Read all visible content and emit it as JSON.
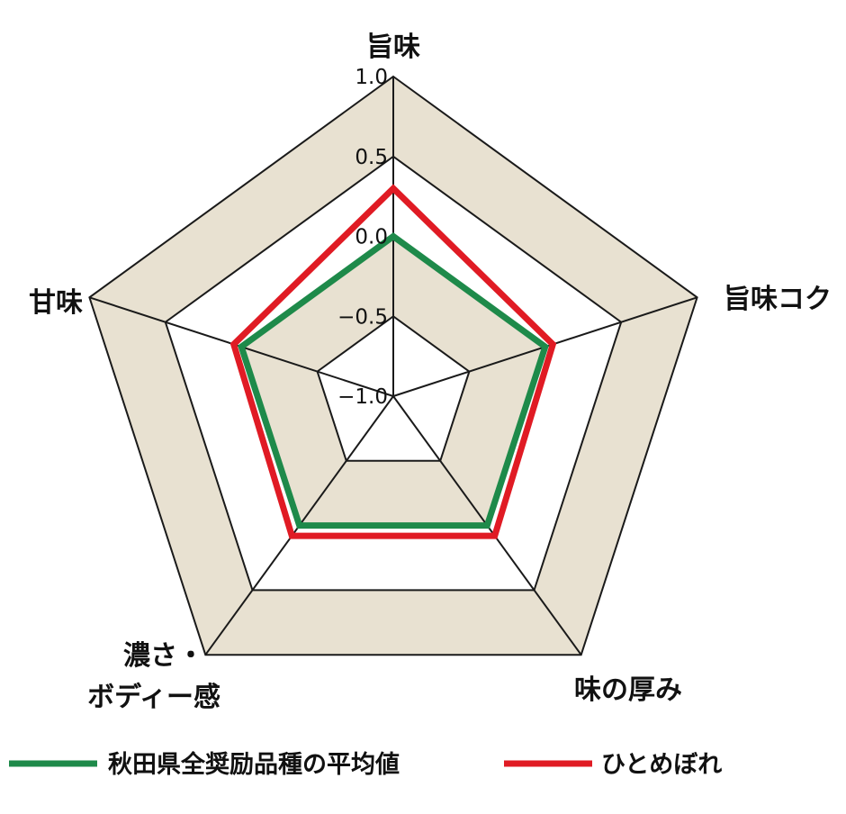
{
  "chart_data": {
    "type": "radar",
    "axes": [
      "旨味",
      "旨味コク",
      "味の厚み",
      "濃さ・ボディー感",
      "甘味"
    ],
    "axis_label_lines": [
      [
        "旨味"
      ],
      [
        "旨味コク"
      ],
      [
        "味の厚み"
      ],
      [
        "濃さ・",
        "ボディー感"
      ],
      [
        "甘味"
      ]
    ],
    "range": [
      -1.0,
      1.0
    ],
    "ticks": [
      1.0,
      0.5,
      0.0,
      -0.5,
      -1.0
    ],
    "tick_labels": [
      "1.0",
      "0.5",
      "0.0",
      "−0.5",
      "−1.0"
    ],
    "band_colors": [
      "#e8e1d1",
      "#ffffff"
    ],
    "grid_color": "#1a1a1a",
    "series": [
      {
        "name": "秋田県全奨励品種の平均値",
        "color": "#1e8a4a",
        "values": [
          0.0,
          0.0,
          0.0,
          0.0,
          0.0
        ]
      },
      {
        "name": "ひとめぼれ",
        "color": "#e01b24",
        "values": [
          0.3,
          0.05,
          0.08,
          0.08,
          0.05
        ]
      }
    ],
    "legend_position": "bottom"
  }
}
